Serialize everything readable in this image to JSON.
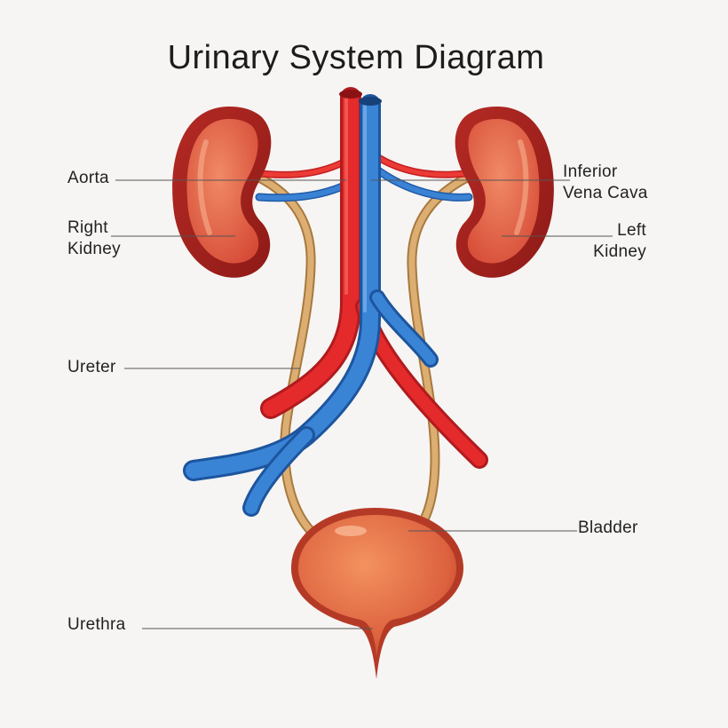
{
  "title": "Urinary System Diagram",
  "labels": {
    "aorta": "Aorta",
    "right_kidney": [
      "Right",
      "Kidney"
    ],
    "ureter": "Ureter",
    "urethra": "Urethra",
    "inferior_vena_cava": [
      "Inferior",
      "Vena Cava"
    ],
    "left_kidney": [
      "Left",
      "Kidney"
    ],
    "bladder": "Bladder"
  },
  "colors": {
    "background": "#f6f5f3",
    "kidney": "#c8372d",
    "artery": "#e0282a",
    "vein": "#2f74c8",
    "ureter": "#d9a86b",
    "bladder": "#d9583a"
  }
}
